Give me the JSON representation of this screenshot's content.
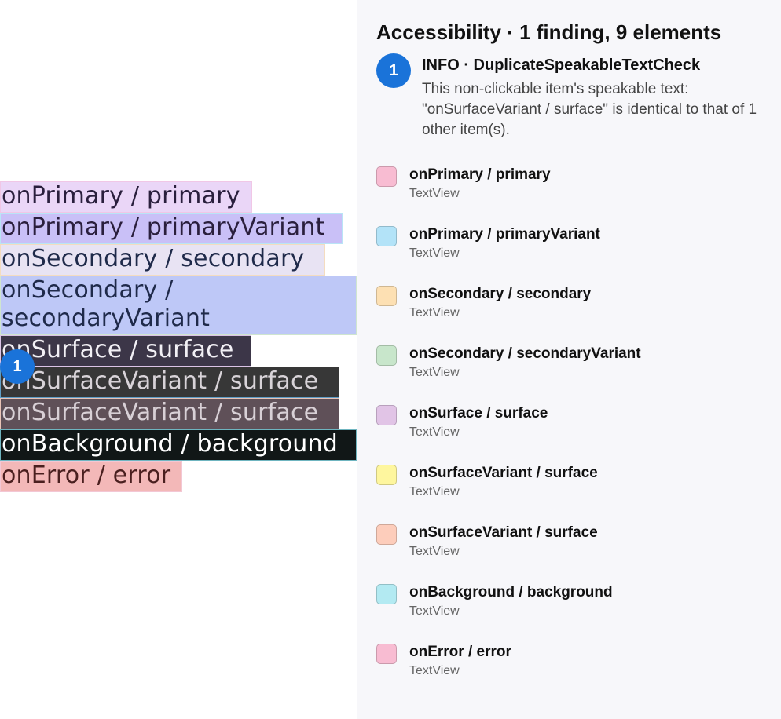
{
  "preview": {
    "items": [
      {
        "label": "onPrimary / primary",
        "bg": "#ead6f7",
        "fg": "#2a1f3d",
        "border": "#f0c7e6"
      },
      {
        "label": "onPrimary / primaryVariant",
        "bg": "#c9c0f7",
        "fg": "#2a1f3d",
        "border": "#b9e4f6"
      },
      {
        "label": "onSecondary / secondary",
        "bg": "#e8e3f3",
        "fg": "#1f2a4a",
        "border": "#f4dcc0"
      },
      {
        "label": "onSecondary / secondaryVariant",
        "bg": "#bec8f7",
        "fg": "#1f2a4a",
        "border": "#cfe5cf"
      },
      {
        "label": "onSurface / surface",
        "bg": "#3c3648",
        "fg": "#f2f0f5",
        "border": "#dbc3e6"
      },
      {
        "label": "onSurfaceVariant / surface",
        "bg": "#373737",
        "fg": "#d8d3d8",
        "border": "#5f9ec7"
      },
      {
        "label": "onSurfaceVariant / surface",
        "bg": "#5f5058",
        "fg": "#d8d0d6",
        "border": "#e9c3b6"
      },
      {
        "label": "onBackground / background",
        "bg": "#111717",
        "fg": "#ffffff",
        "border": "#6fb5c0"
      },
      {
        "label": "onError / error",
        "bg": "#f3b8b8",
        "fg": "#4a1f1f",
        "border": "#f3c7d4"
      }
    ],
    "marker": "1"
  },
  "panel": {
    "title": "Accessibility · 1 finding, 9 elements",
    "finding": {
      "number": "1",
      "heading": "INFO · DuplicateSpeakableTextCheck",
      "message": "This non-clickable item's speakable text: \"onSurfaceVariant / surface\" is identical to that of 1 other item(s)."
    },
    "elements": [
      {
        "name": "onPrimary / primary",
        "type": "TextView",
        "swatch": "#f8bcd2"
      },
      {
        "name": "onPrimary / primaryVariant",
        "type": "TextView",
        "swatch": "#b3e3f8"
      },
      {
        "name": "onSecondary / secondary",
        "type": "TextView",
        "swatch": "#fde0b3"
      },
      {
        "name": "onSecondary / secondaryVariant",
        "type": "TextView",
        "swatch": "#c8e6cb"
      },
      {
        "name": "onSurface / surface",
        "type": "TextView",
        "swatch": "#e1c4e6"
      },
      {
        "name": "onSurfaceVariant / surface",
        "type": "TextView",
        "swatch": "#fef69e"
      },
      {
        "name": "onSurfaceVariant / surface",
        "type": "TextView",
        "swatch": "#fdcdbb"
      },
      {
        "name": "onBackground / background",
        "type": "TextView",
        "swatch": "#b3eaf2"
      },
      {
        "name": "onError / error",
        "type": "TextView",
        "swatch": "#f8bcd2"
      }
    ]
  }
}
